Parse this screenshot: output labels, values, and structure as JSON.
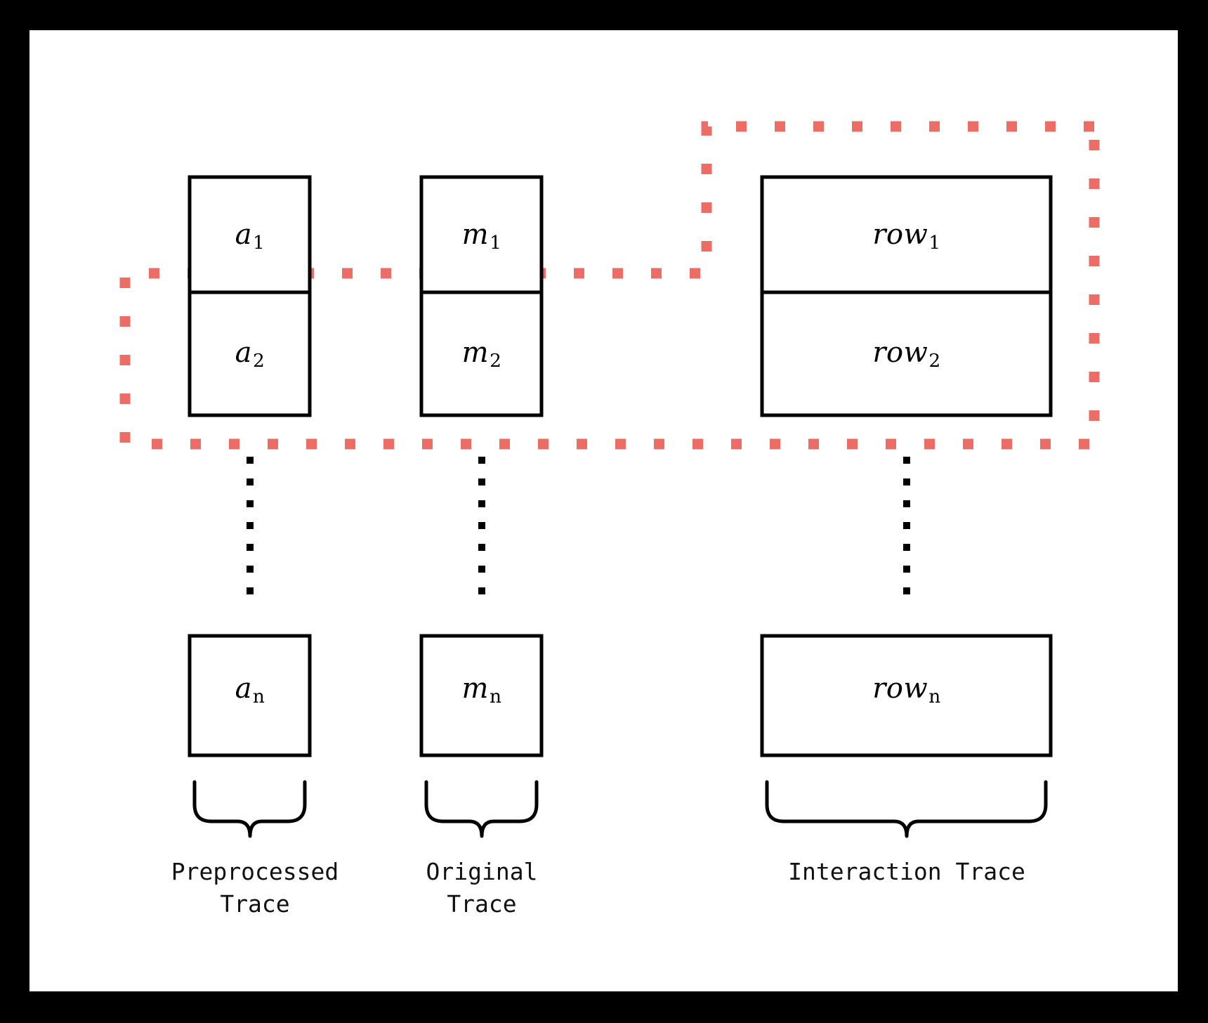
{
  "figure": {
    "background_color": "#000000",
    "canvas_color": "#ffffff",
    "stroke_color": "#000000",
    "highlight_color": "#ec6d66"
  },
  "columns": [
    {
      "id": "preprocessed",
      "group_label": "Preprocessed\nTrace",
      "boxes": [
        {
          "base": "a",
          "sub": "1"
        },
        {
          "base": "a",
          "sub": "2"
        },
        {
          "base": "a",
          "sub": "n"
        }
      ]
    },
    {
      "id": "original",
      "group_label": "Original\nTrace",
      "boxes": [
        {
          "base": "m",
          "sub": "1"
        },
        {
          "base": "m",
          "sub": "2"
        },
        {
          "base": "m",
          "sub": "n"
        }
      ]
    },
    {
      "id": "interaction",
      "group_label": "Interaction Trace",
      "boxes": [
        {
          "base": "row",
          "sub": "1"
        },
        {
          "base": "row",
          "sub": "2"
        },
        {
          "base": "row",
          "sub": "n"
        }
      ]
    }
  ],
  "ellipsis": {
    "dot_count": 8,
    "symbol": "vertical-dots"
  },
  "highlight_region": {
    "style": "dashed",
    "color": "#ec6d66",
    "description": "dashed selection loop spanning row-1 / row-2 band"
  }
}
